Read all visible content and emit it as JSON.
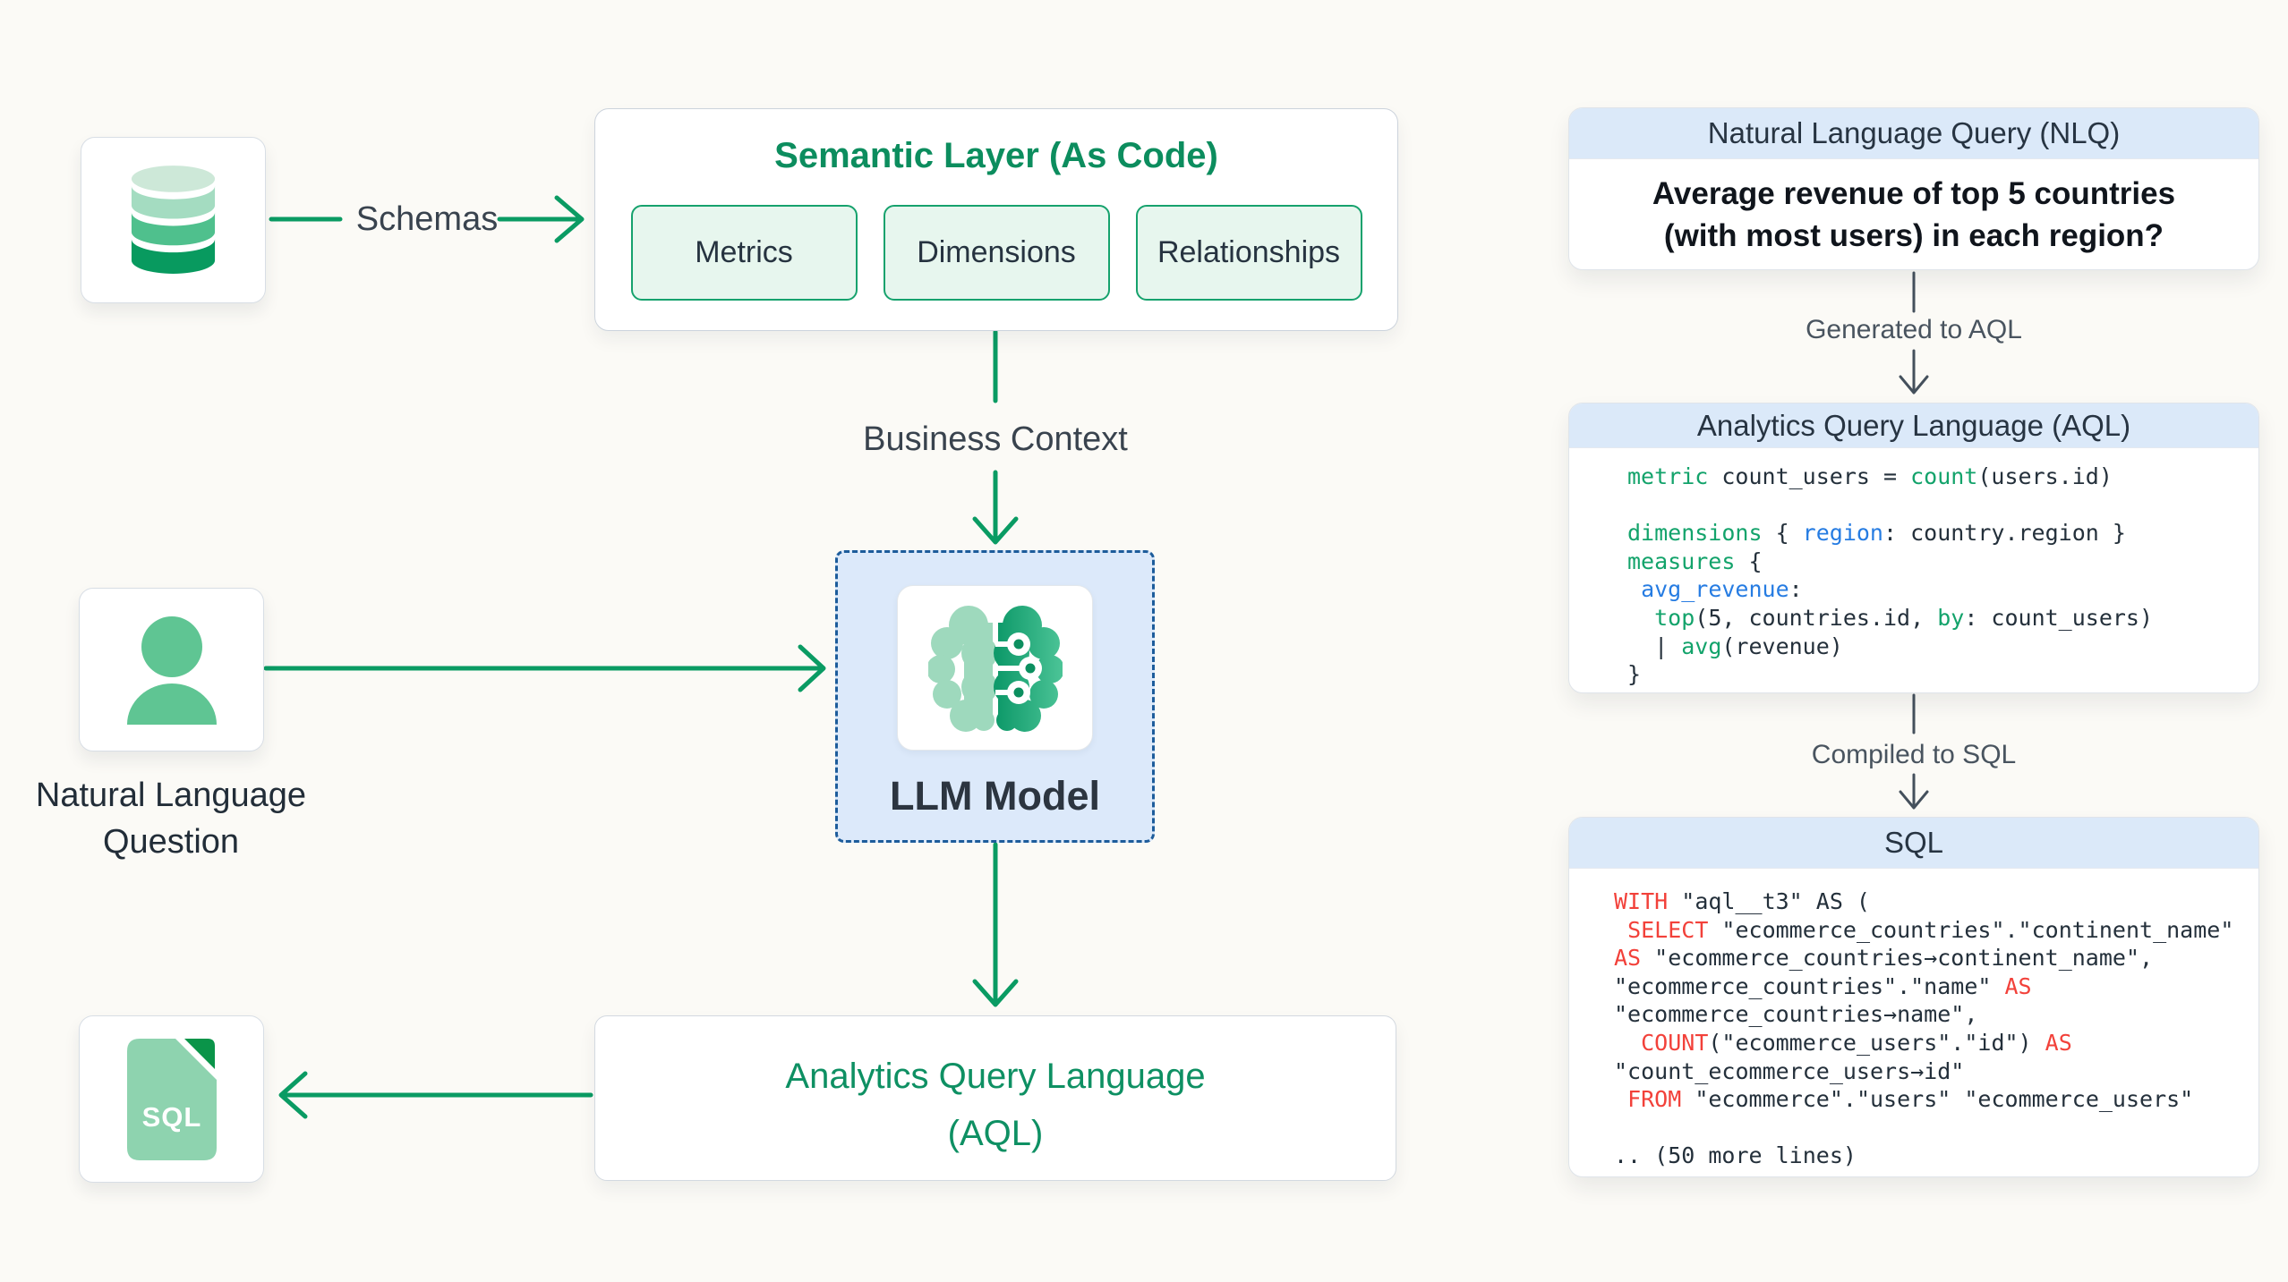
{
  "colors": {
    "background": "#fbfaf6",
    "green_arrow": "#0a9b63",
    "green_title": "#0c8d5e",
    "chip_fill": "#e7f6ee",
    "chip_border": "#16a26d",
    "llm_fill": "#dce9fa",
    "llm_border": "#1d5c9b",
    "header_fill": "#dbe9f9",
    "code_green": "#13a36b",
    "code_blue": "#267ce2",
    "code_red": "#f2413a",
    "code_default": "#24303b"
  },
  "icons": {
    "database": "database-icon",
    "person": "person-icon",
    "brain": "brain-circuit-icon",
    "sql_file": "sql-file-icon"
  },
  "left_diagram": {
    "schemas_label": "Schemas",
    "semantic_layer": {
      "title": "Semantic Layer (As Code)",
      "chips": [
        "Metrics",
        "Dimensions",
        "Relationships"
      ]
    },
    "business_context_label": "Business Context",
    "llm": {
      "label": "LLM Model"
    },
    "nl_question_line1": "Natural Language",
    "nl_question_line2": "Question",
    "aql_line1": "Analytics Query Language",
    "aql_line2": "(AQL)",
    "sql_file_icon_label": "SQL"
  },
  "right_panel": {
    "nlq": {
      "title": "Natural Language Query (NLQ)",
      "question_line1": "Average revenue of top 5 countries",
      "question_line2": "(with most users) in each region?"
    },
    "generated_to_aql_label": "Generated to AQL",
    "aql": {
      "title": "Analytics Query Language (AQL)",
      "code": [
        [
          {
            "t": "metric",
            "c": "g"
          },
          {
            "t": " count_users = ",
            "c": "d"
          },
          {
            "t": "count",
            "c": "g"
          },
          {
            "t": "(users.id)",
            "c": "d"
          }
        ],
        [
          {
            "t": " ",
            "c": "d"
          }
        ],
        [
          {
            "t": "dimensions",
            "c": "g"
          },
          {
            "t": " { ",
            "c": "d"
          },
          {
            "t": "region",
            "c": "b"
          },
          {
            "t": ": country.region }",
            "c": "d"
          }
        ],
        [
          {
            "t": "measures",
            "c": "g"
          },
          {
            "t": " {",
            "c": "d"
          }
        ],
        [
          {
            "t": " ",
            "c": "d"
          },
          {
            "t": "avg_revenue",
            "c": "b"
          },
          {
            "t": ":",
            "c": "d"
          }
        ],
        [
          {
            "t": "  ",
            "c": "d"
          },
          {
            "t": "top",
            "c": "g"
          },
          {
            "t": "(5, countries.id, ",
            "c": "d"
          },
          {
            "t": "by",
            "c": "g"
          },
          {
            "t": ": count_users)",
            "c": "d"
          }
        ],
        [
          {
            "t": "  | ",
            "c": "d"
          },
          {
            "t": "avg",
            "c": "g"
          },
          {
            "t": "(revenue)",
            "c": "d"
          }
        ],
        [
          {
            "t": "}",
            "c": "d"
          }
        ]
      ]
    },
    "compiled_to_sql_label": "Compiled to SQL",
    "sql": {
      "title": "SQL",
      "code": [
        [
          {
            "t": "WITH",
            "c": "r"
          },
          {
            "t": " \"aql__t3\" AS (",
            "c": "d"
          }
        ],
        [
          {
            "t": " ",
            "c": "d"
          },
          {
            "t": "SELECT",
            "c": "r"
          },
          {
            "t": " \"ecommerce_countries\".\"continent_name\"",
            "c": "d"
          }
        ],
        [
          {
            "t": "AS",
            "c": "r"
          },
          {
            "t": " \"ecommerce_countries→continent_name\",",
            "c": "d"
          }
        ],
        [
          {
            "t": "\"ecommerce_countries\".\"name\" ",
            "c": "d"
          },
          {
            "t": "AS",
            "c": "r"
          }
        ],
        [
          {
            "t": "\"ecommerce_countries→name\",",
            "c": "d"
          }
        ],
        [
          {
            "t": "  ",
            "c": "d"
          },
          {
            "t": "COUNT",
            "c": "r"
          },
          {
            "t": "(\"ecommerce_users\".\"id\") ",
            "c": "d"
          },
          {
            "t": "AS",
            "c": "r"
          }
        ],
        [
          {
            "t": "\"count_ecommerce_users→id\"",
            "c": "d"
          }
        ],
        [
          {
            "t": " ",
            "c": "d"
          },
          {
            "t": "FROM",
            "c": "r"
          },
          {
            "t": " \"ecommerce\".\"users\" \"ecommerce_users\"",
            "c": "d"
          }
        ],
        [
          {
            "t": " ",
            "c": "d"
          }
        ],
        [
          {
            "t": ".. (50 more lines)",
            "c": "d"
          }
        ]
      ]
    }
  }
}
